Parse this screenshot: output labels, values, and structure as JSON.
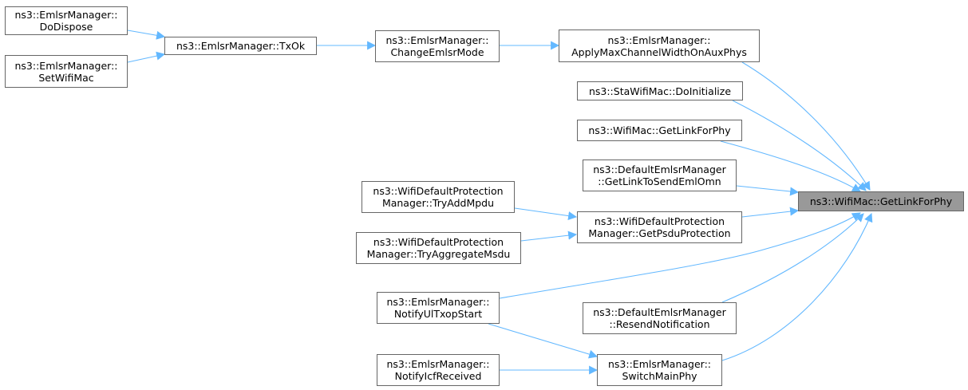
{
  "colors": {
    "edge": "#63b8ff",
    "node_border": "#666666",
    "focus_fill": "#999999"
  },
  "nodes": {
    "do_dispose": {
      "lines": [
        "ns3::EmlsrManager::",
        "DoDispose"
      ]
    },
    "set_wifi_mac": {
      "lines": [
        "ns3::EmlsrManager::",
        "SetWifiMac"
      ]
    },
    "tx_ok": {
      "lines": [
        "ns3::EmlsrManager::TxOk"
      ]
    },
    "change_mode": {
      "lines": [
        "ns3::EmlsrManager::",
        "ChangeEmlsrMode"
      ]
    },
    "apply_width": {
      "lines": [
        "ns3::EmlsrManager::",
        "ApplyMaxChannelWidthOnAuxPhys"
      ]
    },
    "sta_doinit": {
      "lines": [
        "ns3::StaWifiMac::DoInitialize"
      ]
    },
    "get_link_mac": {
      "lines": [
        "ns3::WifiMac::GetLinkForPhy"
      ]
    },
    "get_link_eml": {
      "lines": [
        "ns3::DefaultEmlsrManager",
        "::GetLinkToSendEmlOmn"
      ]
    },
    "try_add_mpdu": {
      "lines": [
        "ns3::WifiDefaultProtection",
        "Manager::TryAddMpdu"
      ]
    },
    "get_psdu_prot": {
      "lines": [
        "ns3::WifiDefaultProtection",
        "Manager::GetPsduProtection"
      ]
    },
    "try_agg_msdu": {
      "lines": [
        "ns3::WifiDefaultProtection",
        "Manager::TryAggregateMsdu"
      ]
    },
    "notify_ul_txop": {
      "lines": [
        "ns3::EmlsrManager::",
        "NotifyUlTxopStart"
      ]
    },
    "resend_notif": {
      "lines": [
        "ns3::DefaultEmlsrManager",
        "::ResendNotification"
      ]
    },
    "notify_icf": {
      "lines": [
        "ns3::EmlsrManager::",
        "NotifyIcfReceived"
      ]
    },
    "switch_main_phy": {
      "lines": [
        "ns3::EmlsrManager::",
        "SwitchMainPhy"
      ]
    },
    "focus": {
      "lines": [
        "ns3::WifiMac::GetLinkForPhy"
      ]
    }
  }
}
